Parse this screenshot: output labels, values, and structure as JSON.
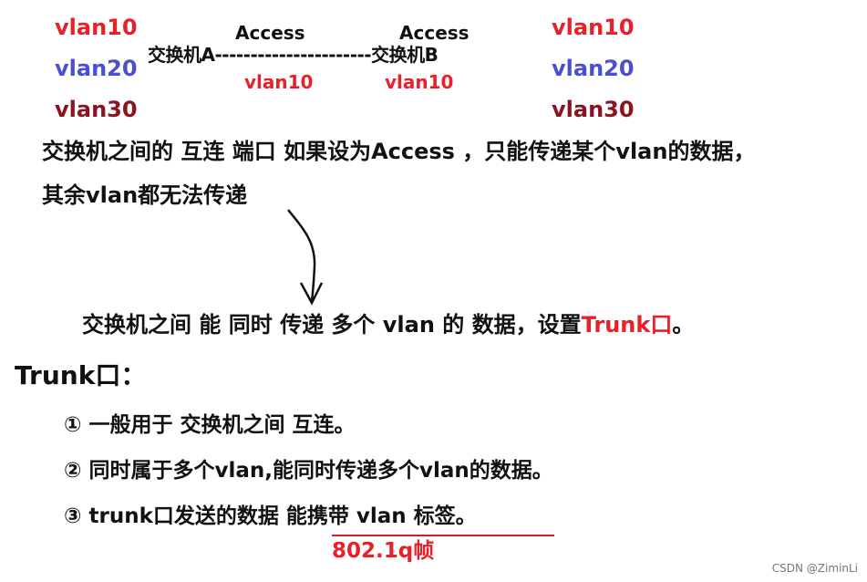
{
  "left_vlans": [
    "vlan10",
    "vlan20",
    "vlan30"
  ],
  "right_vlans": [
    "vlan10",
    "vlan20",
    "vlan30"
  ],
  "diagram": {
    "access_left": "Access",
    "access_right": "Access",
    "link": "交换机A----------------------交换机B",
    "vlan_left": "vlan10",
    "vlan_right": "vlan10"
  },
  "desc": {
    "line1": "交换机之间的 互连 端口 如果设为Access ，只能传递某个vlan的数据，",
    "line2": "其余vlan都无法传递"
  },
  "statement": {
    "main": "交换机之间 能 同时 传递 多个 vlan 的 数据，设置",
    "highlight": "Trunk口",
    "tail": "。"
  },
  "section_title": "Trunk口：",
  "items": [
    "① 一般用于 交换机之间 互连。",
    "② 同时属于多个vlan,能同时传递多个vlan的数据。",
    "③ trunk口发送的数据 能携带 vlan 标签。"
  ],
  "annotation": "802.1q帧",
  "footer": "CSDN @ZiminLi",
  "colors": {
    "red": "#e8202a",
    "blue": "#4a4fd0",
    "dark_red": "#8b1420"
  }
}
